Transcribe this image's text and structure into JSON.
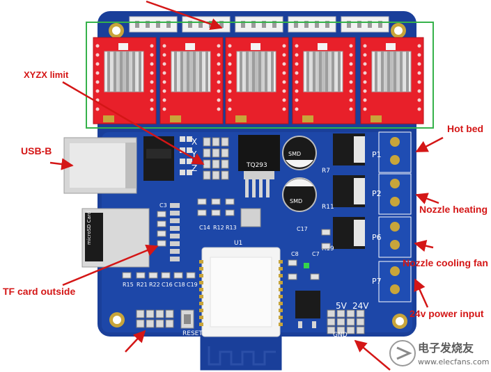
{
  "callouts": {
    "xyzx_limit": "XYZX limit",
    "usb_b": "USB-B",
    "tf_card": "TF card outside",
    "hot_bed": "Hot bed",
    "nozzle_heating": "Nozzle heating",
    "nozzle_cooling": "Nozzle cooling fan",
    "power_input": "24v power input"
  },
  "silkscreen": {
    "x": "X",
    "y": "Y",
    "z": "Z",
    "p1": "P1",
    "p2": "P2",
    "p6": "P6",
    "p7": "P7",
    "v5": "5V",
    "v24": "24V",
    "gnd": "GND",
    "reset": "RESET",
    "u1": "U1",
    "tq": "TQ293",
    "smd1": "SMD",
    "smd2": "SMD",
    "r7": "R7",
    "r11": "R11",
    "r19": "R19",
    "c3": "C3",
    "c14": "C14",
    "r12": "R12",
    "r13": "R13",
    "c8": "C8",
    "c7": "C7",
    "r15": "R15",
    "r21": "R21",
    "r22": "R22",
    "c16": "C16",
    "c18": "C18",
    "c19": "C19",
    "c17": "C17"
  },
  "sdcard": {
    "label": "microSD Card"
  },
  "watermark": {
    "name": "电子发烧友",
    "url": "www.elecfans.com"
  },
  "colors": {
    "pcb": "#1a3f9a",
    "driver_red": "#e8202a",
    "callout_red": "#d41616",
    "outline_green": "#35b24a",
    "pad_gold": "#c8a53a"
  }
}
